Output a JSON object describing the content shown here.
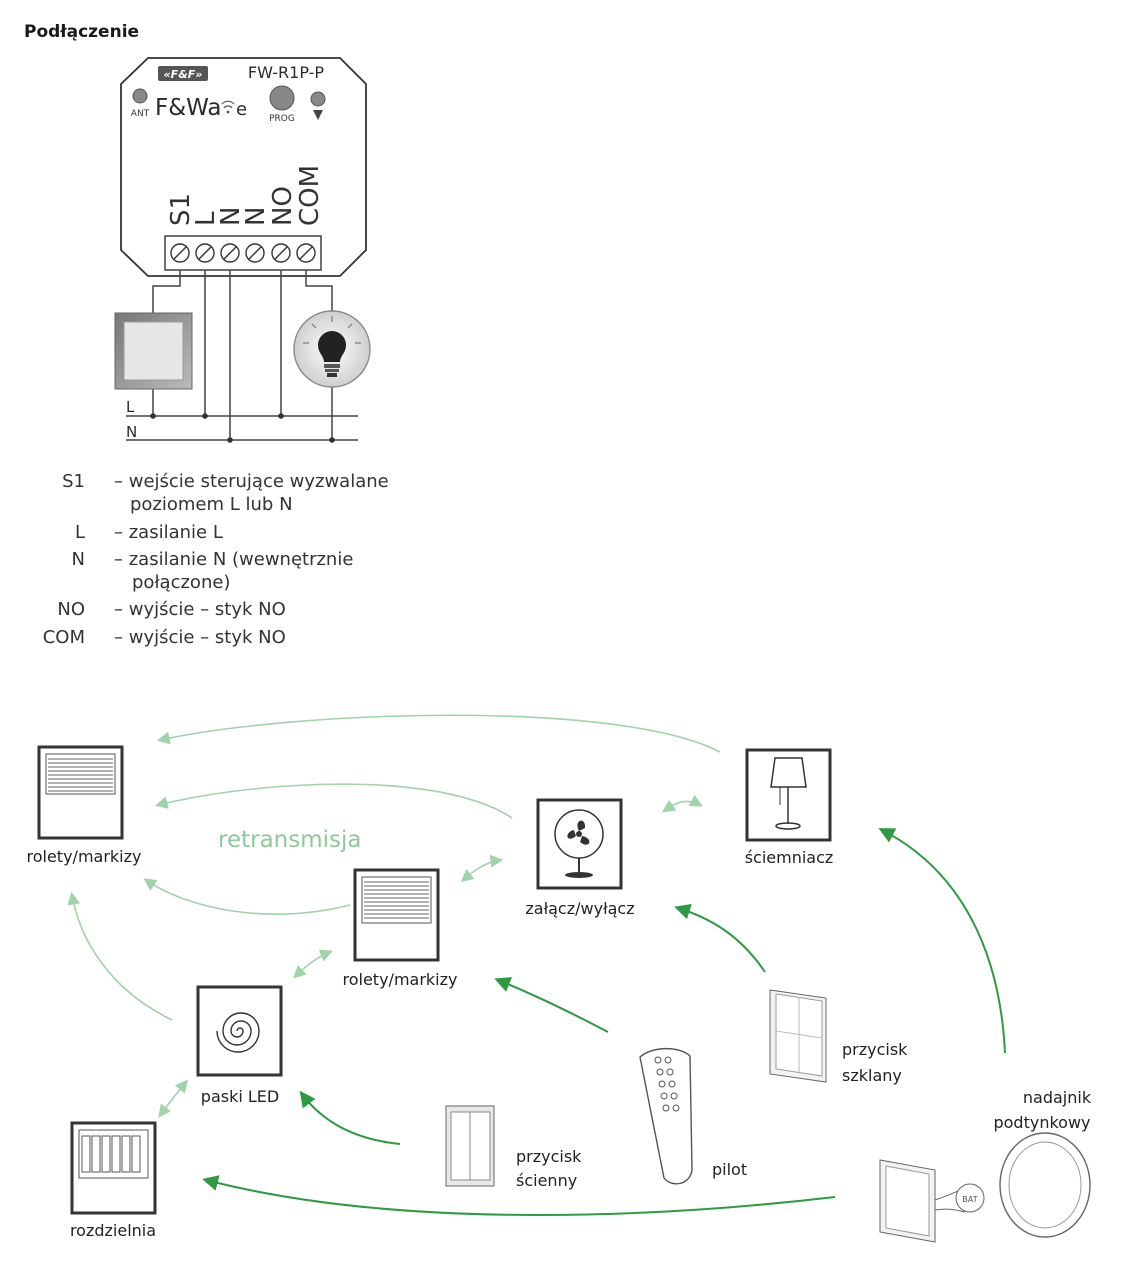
{
  "title": "Podłączenie",
  "device": {
    "brand_logo": "«F&F»",
    "model": "FW-R1P-P",
    "brand_name_a": "F&Wa",
    "brand_name_b": "e",
    "ant_label": "ANT",
    "prog_label": "PROG",
    "terminals": [
      "S1",
      "L",
      "N",
      "N",
      "NO",
      "COM"
    ],
    "line_labels": [
      "L",
      "N"
    ]
  },
  "legend": [
    {
      "term": "S1",
      "desc": [
        "– wejście sterujące wyzwalane",
        "poziomem L lub N"
      ]
    },
    {
      "term": "L",
      "desc": [
        "– zasilanie L"
      ]
    },
    {
      "term": "N",
      "desc": [
        "– zasilanie N (wewnętrznie",
        "połączone)"
      ]
    },
    {
      "term": "NO",
      "desc": [
        "– wyjście – styk NO"
      ]
    },
    {
      "term": "COM",
      "desc": [
        "– wyjście – styk NO"
      ]
    }
  ],
  "network": {
    "retransmission_label": "retransmisja",
    "nodes": {
      "blinds_left": "rolety/markizy",
      "blinds_center": "rolety/markizy",
      "switch_fan": "załącz/wyłącz",
      "dimmer": "ściemniacz",
      "led_strips": "paski LED",
      "distribution_board": "rozdzielnia",
      "wall_button_a": "przycisk",
      "wall_button_b": "ścienny",
      "remote": "pilot",
      "glass_button_a": "przycisk",
      "glass_button_b": "szklany",
      "flush_transmitter_a": "nadajnik",
      "flush_transmitter_b": "podtynkowy"
    },
    "colors": {
      "light_arrow": "#9fd3a8",
      "dark_arrow": "#2e9a44",
      "retransmission_text": "#8dc99a"
    }
  }
}
